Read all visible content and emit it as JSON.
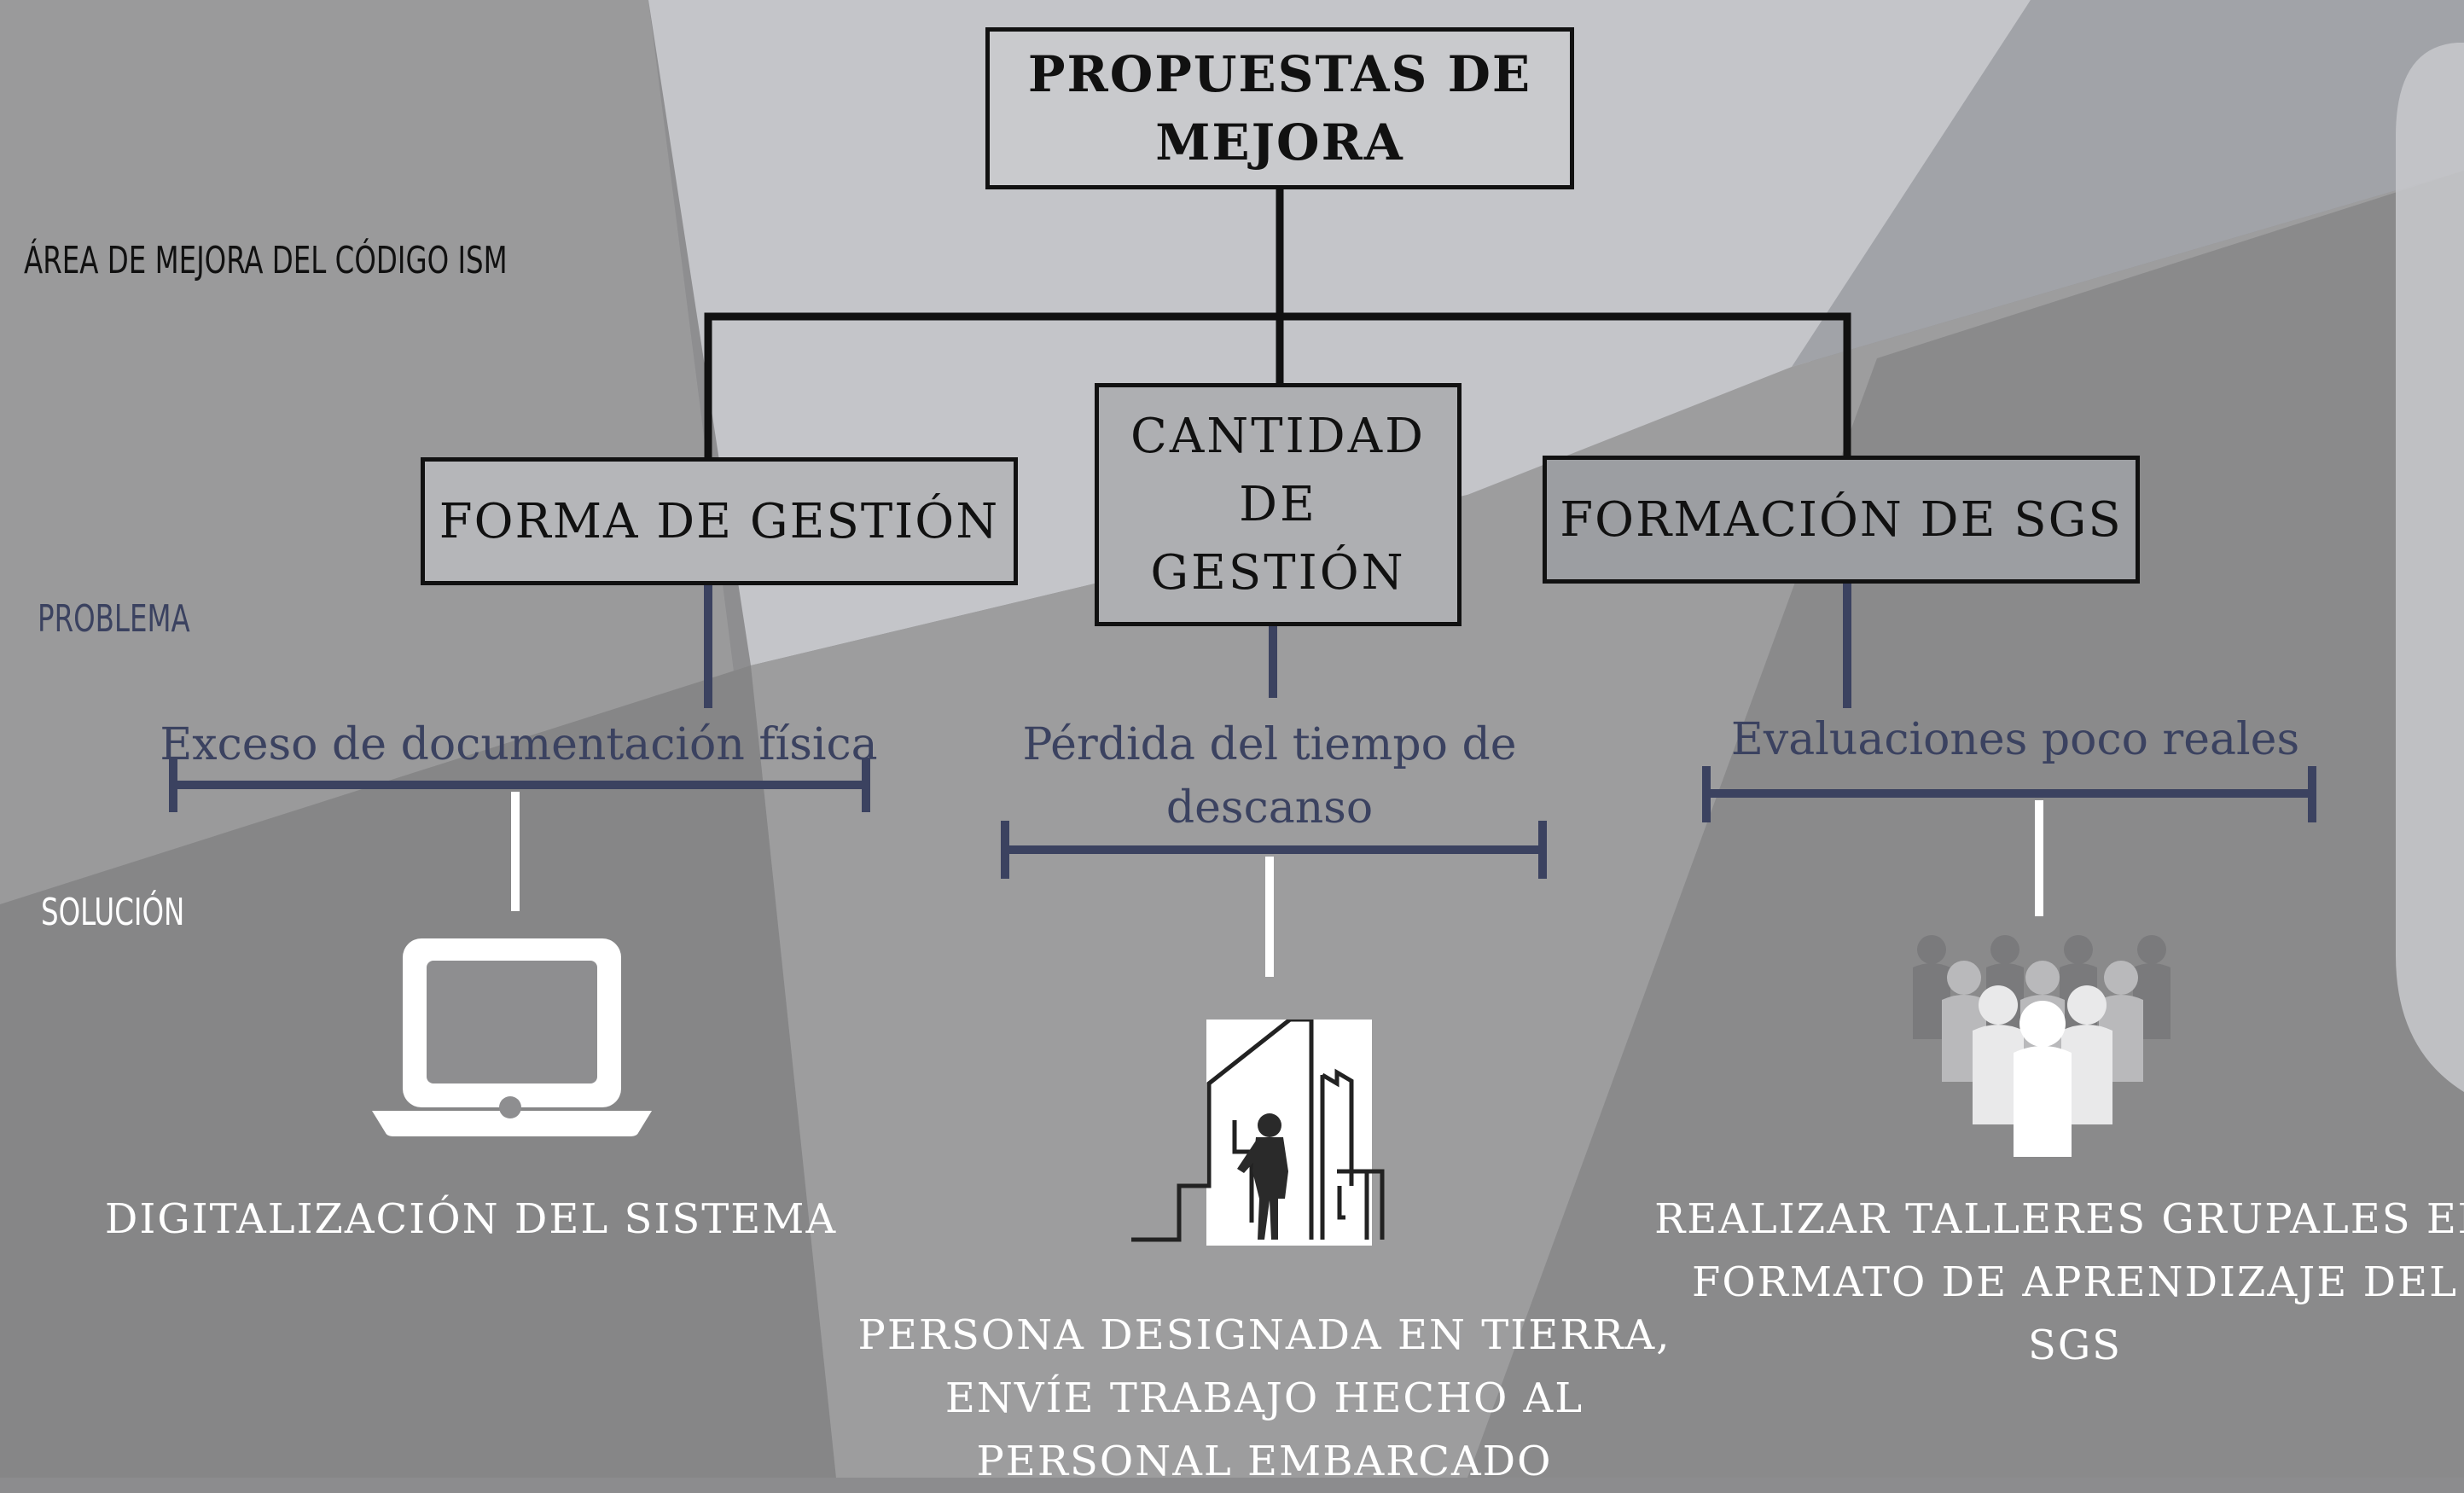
{
  "labels": {
    "area": "ÁREA DE MEJORA DEL CÓDIGO ISM",
    "problem": "PROBLEMA",
    "solution": "SOLUCIÓN"
  },
  "root": {
    "line1": "PROPUESTAS DE",
    "line2": "MEJORA"
  },
  "branches": [
    {
      "title": "FORMA DE GESTIÓN",
      "problem": "Exceso de documentación física",
      "icon": "laptop-icon",
      "solution": [
        "DIGITALIZACIÓN DEL SISTEMA"
      ]
    },
    {
      "title": [
        "CANTIDAD",
        "DE",
        "GESTIÓN"
      ],
      "problem": [
        "Pérdida del tiempo de",
        "descanso"
      ],
      "icon": "person-city-icon",
      "solution": [
        "PERSONA DESIGNADA EN TIERRA,",
        "ENVÍE TRABAJO HECHO AL",
        "PERSONAL EMBARCADO"
      ]
    },
    {
      "title": "FORMACIÓN DE SGS",
      "problem": "Evaluaciones poco reales",
      "icon": "group-people-icon",
      "solution": [
        "REALIZAR TALLERES GRUPALES EN",
        "FORMATO DE APRENDIZAJE DEL",
        "SGS"
      ]
    }
  ],
  "colors": {
    "problem_text": "#3b4260",
    "connector_navy": "#3b4260",
    "solution_text": "#ffffff"
  }
}
